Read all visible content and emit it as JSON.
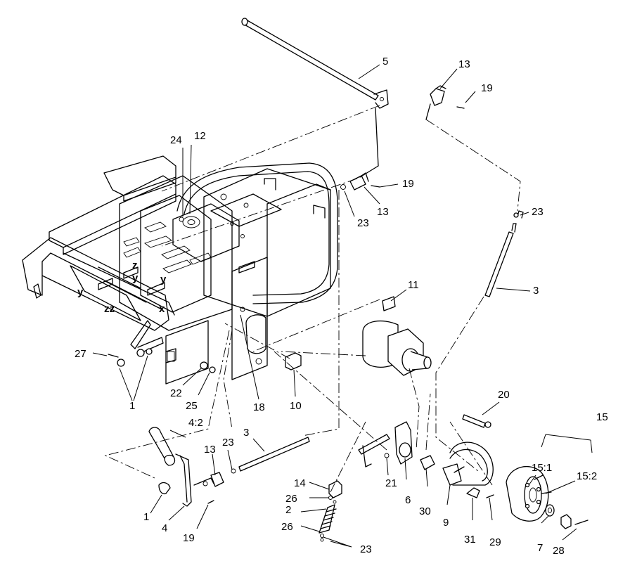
{
  "callouts": [
    {
      "id": "c5",
      "text": "5"
    },
    {
      "id": "c13a",
      "text": "13"
    },
    {
      "id": "c19a",
      "text": "19"
    },
    {
      "id": "c24",
      "text": "24"
    },
    {
      "id": "c12",
      "text": "12"
    },
    {
      "id": "c19b",
      "text": "19"
    },
    {
      "id": "c13b",
      "text": "13"
    },
    {
      "id": "c23a",
      "text": "23"
    },
    {
      "id": "c23b",
      "text": "23"
    },
    {
      "id": "c3a",
      "text": "3"
    },
    {
      "id": "c11",
      "text": "11"
    },
    {
      "id": "c27",
      "text": "27"
    },
    {
      "id": "c1a",
      "text": "1"
    },
    {
      "id": "c22",
      "text": "22"
    },
    {
      "id": "c25",
      "text": "25"
    },
    {
      "id": "c18",
      "text": "18"
    },
    {
      "id": "c10",
      "text": "10"
    },
    {
      "id": "c20",
      "text": "20"
    },
    {
      "id": "c15",
      "text": "15"
    },
    {
      "id": "c42",
      "text": "4:2"
    },
    {
      "id": "c13c",
      "text": "13"
    },
    {
      "id": "c23c",
      "text": "23"
    },
    {
      "id": "c3b",
      "text": "3"
    },
    {
      "id": "c151",
      "text": "15:1"
    },
    {
      "id": "c152",
      "text": "15:2"
    },
    {
      "id": "c14",
      "text": "14"
    },
    {
      "id": "c26a",
      "text": "26"
    },
    {
      "id": "c2",
      "text": "2"
    },
    {
      "id": "c26b",
      "text": "26"
    },
    {
      "id": "c23d",
      "text": "23"
    },
    {
      "id": "c21",
      "text": "21"
    },
    {
      "id": "c6",
      "text": "6"
    },
    {
      "id": "c30",
      "text": "30"
    },
    {
      "id": "c9",
      "text": "9"
    },
    {
      "id": "c31",
      "text": "31"
    },
    {
      "id": "c29",
      "text": "29"
    },
    {
      "id": "c7",
      "text": "7"
    },
    {
      "id": "c28",
      "text": "28"
    },
    {
      "id": "c1b",
      "text": "1"
    },
    {
      "id": "c4",
      "text": "4"
    },
    {
      "id": "c19c",
      "text": "19"
    }
  ],
  "frame_marks": [
    {
      "id": "mz1",
      "text": "z"
    },
    {
      "id": "my1",
      "text": "y"
    },
    {
      "id": "my2",
      "text": "y"
    },
    {
      "id": "mzz",
      "text": "zz"
    },
    {
      "id": "mx",
      "text": "x"
    },
    {
      "id": "my3",
      "text": "y"
    }
  ]
}
